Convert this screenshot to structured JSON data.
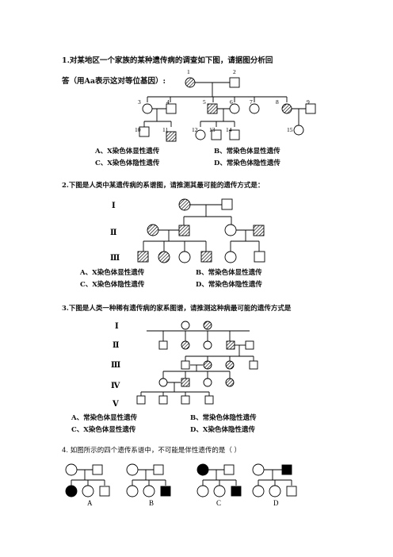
{
  "q1": {
    "line1": "1.对某地区一个家族的某种遗传病的调查如下图，请据图分析回",
    "line2": "答（用Aa表示这对等位基因）:",
    "numbers": [
      "1",
      "2",
      "3",
      "4",
      "5",
      "6",
      "7",
      "8",
      "9",
      "10",
      "11",
      "12",
      "13",
      "14",
      "15"
    ],
    "optA": "A、X染色体显性遗传",
    "optB": "B、常染色体显性遗传",
    "optC": "C、X染色体隐性遗传",
    "optD": "D、常染色体隐性遗传"
  },
  "q2": {
    "title": "2.下图是人类中某遗传病的系谱图，请推测其最可能的遗传方式是：",
    "gen_labels": [
      "Ⅰ",
      "Ⅱ",
      "Ⅲ"
    ],
    "optA": "A、X染色体显性遗传",
    "optB": "B、常染色体显性遗传",
    "optC": "C、X染色体隐性遗传",
    "optD": "D、常染色体隐性遗传"
  },
  "q3": {
    "title": "3.下图是人类一种稀有遗传病的家系图谱，请推测这种病最可能的遗传方式是",
    "gen_labels": [
      "Ⅰ",
      "Ⅱ",
      "Ⅲ",
      "Ⅳ",
      "Ⅴ"
    ],
    "optA": "A、常染色体显性遗传",
    "optB": "B、常染色体隐性遗传",
    "optC": "C、X染色体显性遗传",
    "optD": "D、X染色体隐性遗传"
  },
  "q4": {
    "title": "4. 如图所示的四个遗传系谱中，不可能是伴性遗传的是（    ）",
    "labels": [
      "A",
      "B",
      "C",
      "D"
    ]
  }
}
